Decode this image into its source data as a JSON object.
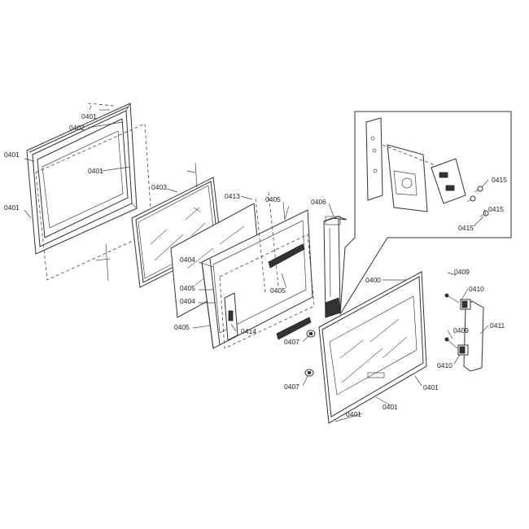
{
  "labels": {
    "l0401_top": "0401",
    "l0402": "0402",
    "l0401_left_upper": "0401",
    "l0401_inner": "0401",
    "l0401_left_lower": "0401",
    "l0403": "0403",
    "l0413": "0413",
    "l0405_top": "0405",
    "l0406": "0406",
    "l0404_upper": "0404",
    "l0405_mid_left": "0405",
    "l0405_mid_right": "0405",
    "l0404_lower": "0404",
    "l0405_bottom": "0405",
    "l0414": "0414",
    "l0407_upper": "0407",
    "l0407_lower": "0407",
    "l0400": "0400",
    "l0409_top": "0409",
    "l0410_top": "0410",
    "l0411": "0411",
    "l0409_bottom": "0409",
    "l0410_bottom": "0410",
    "l0401_right": "0401",
    "l0401_bottom_mid": "0401",
    "l0401_bottom_left": "0401",
    "l0415_top": "0415",
    "l0415_mid": "0415",
    "l0415_bottom": "0415"
  }
}
